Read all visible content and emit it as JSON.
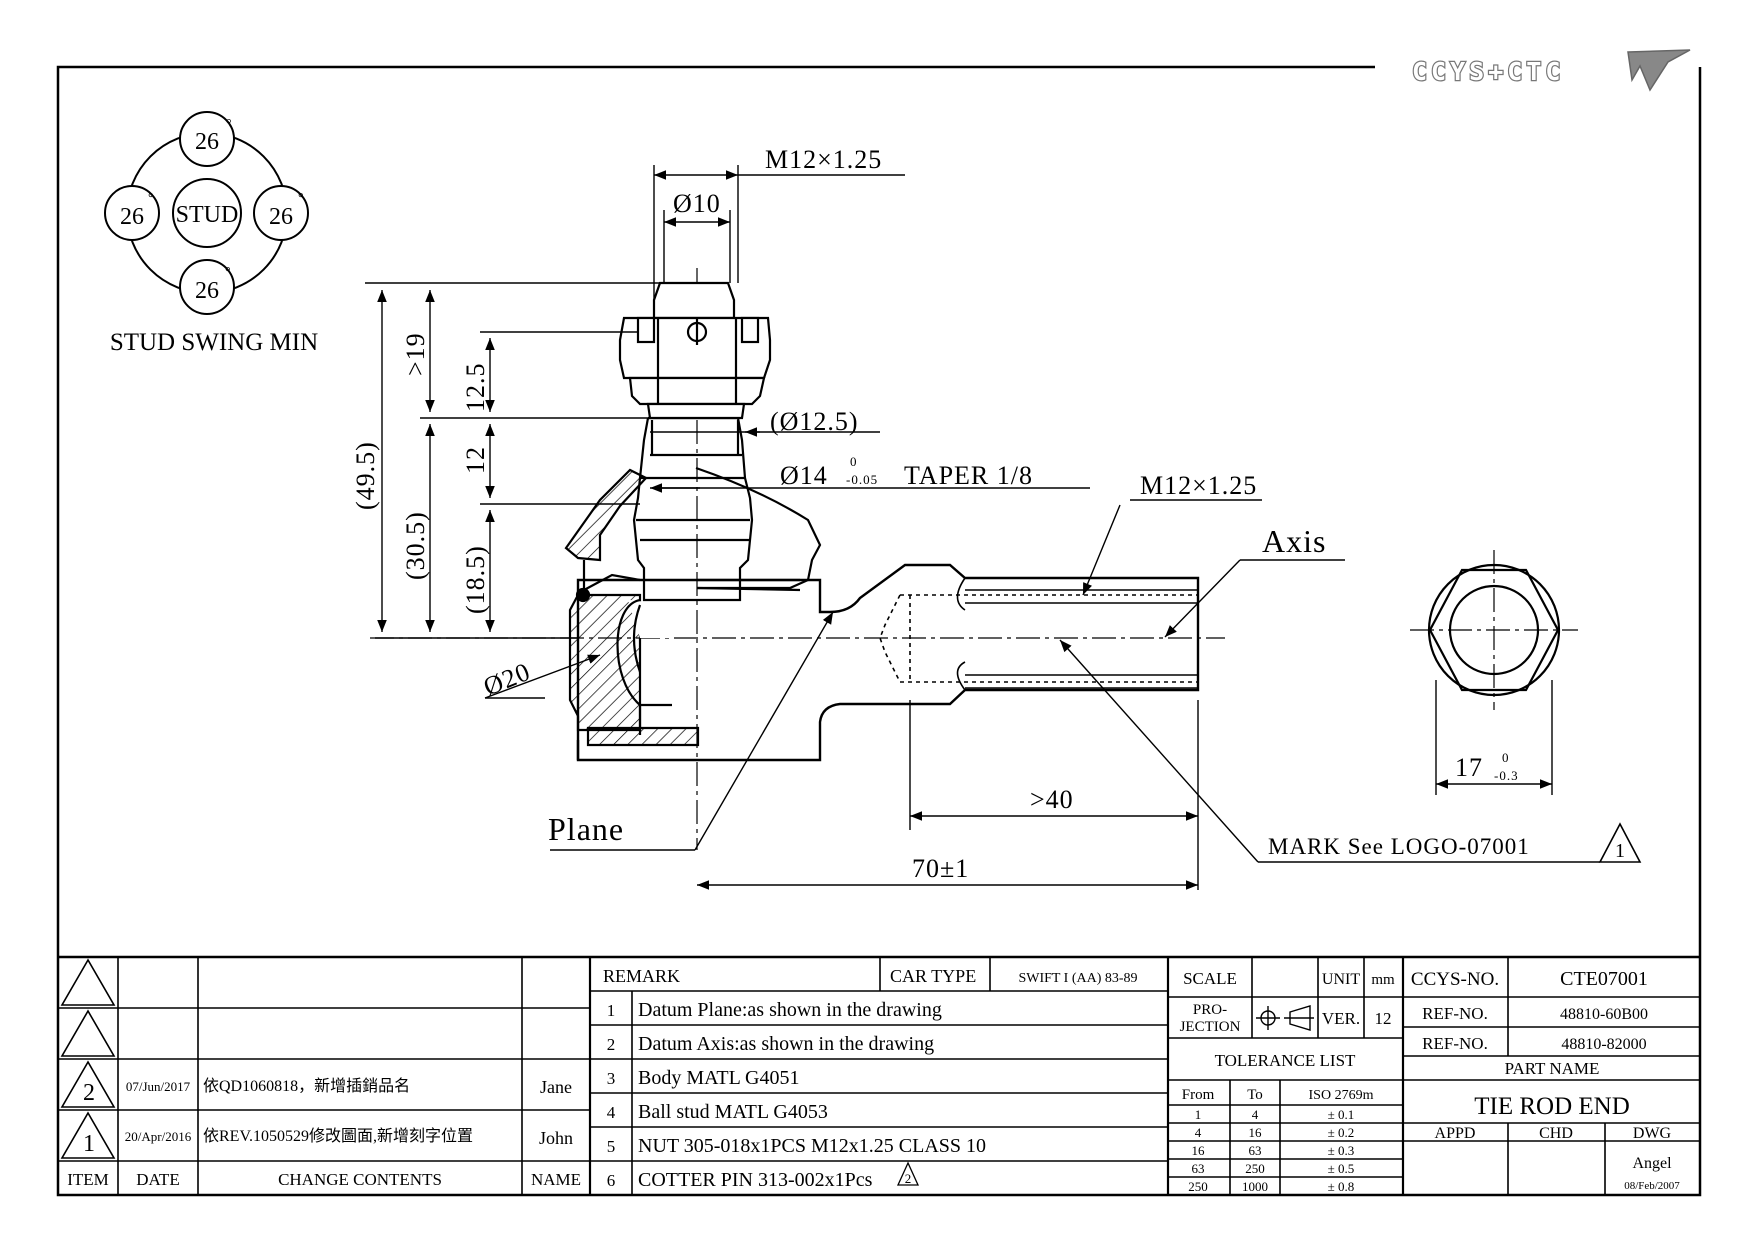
{
  "brand": {
    "logo_text": "CCYS+CTC"
  },
  "swing": {
    "title": "STUD SWING MIN",
    "center": "STUD",
    "angles": [
      "26",
      "26",
      "26",
      "26"
    ],
    "deg": "°"
  },
  "dims": {
    "thread_top": "M12×1.25",
    "dia10": "Ø10",
    "h19": ">19",
    "h12_5": "12.5",
    "h49_5": "(49.5)",
    "h30_5": "(30.5)",
    "h12": "12",
    "h18_5": "(18.5)",
    "dia12_5": "(Ø12.5)",
    "dia14": "Ø14",
    "dia14_tol_up": "0",
    "dia14_tol_low": "-0.05",
    "taper": "TAPER 1/8",
    "thread_side": "M12×1.25",
    "axis": "Axis",
    "dia20": "Ø20",
    "plane": "Plane",
    "gt40": ">40",
    "len70": "70±1",
    "mark": "MARK See LOGO-07001",
    "mark_rev": "1",
    "hex17": "17",
    "hex_tol_up": "0",
    "hex_tol_low": "-0.3"
  },
  "revisions": {
    "rows": [
      {
        "rev": "",
        "date": "",
        "content": "",
        "name": ""
      },
      {
        "rev": "",
        "date": "",
        "content": "",
        "name": ""
      },
      {
        "rev": "2",
        "date": "07/Jun/2017",
        "content": "依QD1060818，新增插銷品名",
        "name": "Jane"
      },
      {
        "rev": "1",
        "date": "20/Apr/2016",
        "content": "依REV.1050529修改圖面,新增刻字位置",
        "name": "John"
      }
    ],
    "headers": {
      "item": "ITEM",
      "date": "DATE",
      "content": "CHANGE CONTENTS",
      "name": "NAME"
    }
  },
  "remarks": {
    "label": "REMARK",
    "car_type_label": "CAR TYPE",
    "car_type": "SWIFT I (AA) 83-89",
    "items": [
      {
        "no": "1",
        "text": "Datum Plane:as shown in the drawing"
      },
      {
        "no": "2",
        "text": "Datum Axis:as shown in the drawing"
      },
      {
        "no": "3",
        "text": "Body MATL G4051"
      },
      {
        "no": "4",
        "text": "Ball stud MATL G4053"
      },
      {
        "no": "5",
        "text": "NUT 305-018x1PCS M12x1.25 CLASS 10"
      },
      {
        "no": "6",
        "text": "COTTER PIN 313-002x1Pcs",
        "rev": "2"
      }
    ]
  },
  "block": {
    "scale_label": "SCALE",
    "scale": "",
    "unit_label": "UNIT",
    "unit": "mm",
    "projection_label_1": "PRO-",
    "projection_label_2": "JECTION",
    "ver_label": "VER.",
    "ver": "12",
    "tolerance_title": "TOLERANCE LIST",
    "tol_headers": {
      "from": "From",
      "to": "To",
      "iso": "ISO 2769m"
    },
    "tolerances": [
      {
        "from": "1",
        "to": "4",
        "tol": "± 0.1"
      },
      {
        "from": "4",
        "to": "16",
        "tol": "± 0.2"
      },
      {
        "from": "16",
        "to": "63",
        "tol": "± 0.3"
      },
      {
        "from": "63",
        "to": "250",
        "tol": "± 0.5"
      },
      {
        "from": "250",
        "to": "1000",
        "tol": "± 0.8"
      }
    ],
    "ccys_label": "CCYS-NO.",
    "ccys_no": "CTE07001",
    "ref_label": "REF-NO.",
    "ref1": "48810-60B00",
    "ref2": "48810-82000",
    "part_name_label": "PART NAME",
    "part_name": "TIE ROD END",
    "appd": "APPD",
    "chd": "CHD",
    "dwg": "DWG",
    "drawer": "Angel",
    "dwg_date": "08/Feb/2007"
  }
}
